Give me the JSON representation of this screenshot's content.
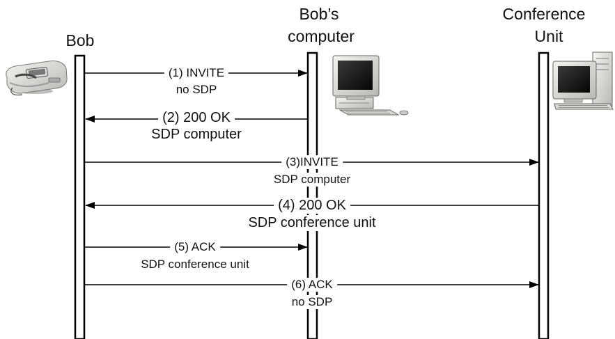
{
  "participants": [
    {
      "id": "bob",
      "name": "Bob",
      "name_line2": "",
      "icon": "phone-icon"
    },
    {
      "id": "computer",
      "name": "Bob’s",
      "name_line2": "computer",
      "icon": "desktop-computer-icon"
    },
    {
      "id": "conference",
      "name": "Conference",
      "name_line2": "Unit",
      "icon": "computer-tower-icon"
    }
  ],
  "messages": [
    {
      "step": "(1) INVITE",
      "detail": "no SDP",
      "from": "bob",
      "to": "computer"
    },
    {
      "step": "(2) 200 OK",
      "detail": "SDP computer",
      "from": "computer",
      "to": "bob"
    },
    {
      "step": "(3)INVITE",
      "detail": "SDP computer",
      "from": "bob",
      "to": "conference"
    },
    {
      "step": "(4) 200 OK",
      "detail": "SDP conference unit",
      "from": "conference",
      "to": "bob"
    },
    {
      "step": "(5) ACK",
      "detail": "SDP conference unit",
      "from": "bob",
      "to": "computer"
    },
    {
      "step": "(6) ACK",
      "detail": "no SDP",
      "from": "bob",
      "to": "conference"
    }
  ]
}
